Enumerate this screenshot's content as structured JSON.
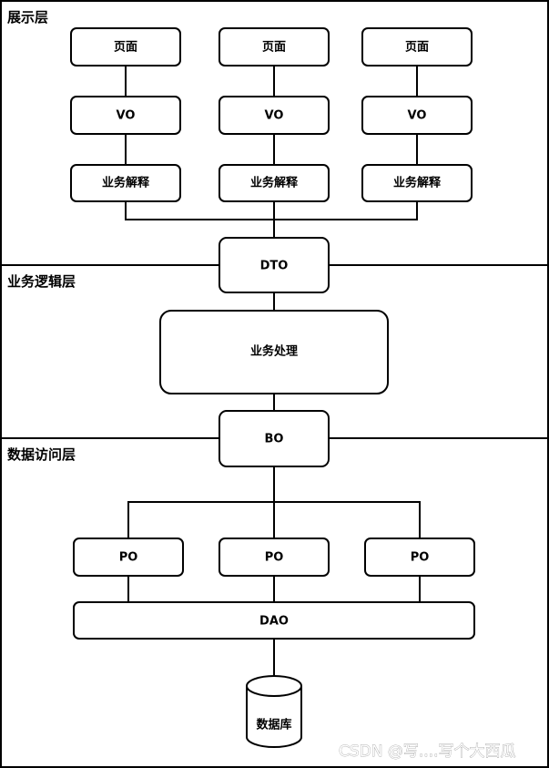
{
  "layers": {
    "presentation": "展示层",
    "business": "业务逻辑层",
    "data_access": "数据访问层"
  },
  "presentation": {
    "pages": [
      "页面",
      "页面",
      "页面"
    ],
    "vos": [
      "VO",
      "VO",
      "VO"
    ],
    "interpreters": [
      "业务解释",
      "业务解释",
      "业务解释"
    ]
  },
  "dto": "DTO",
  "business_processing": "业务处理",
  "bo": "BO",
  "pos": [
    "PO",
    "PO",
    "PO"
  ],
  "dao": "DAO",
  "database": "数据库",
  "watermark": "CSDN @写....写个大西瓜"
}
